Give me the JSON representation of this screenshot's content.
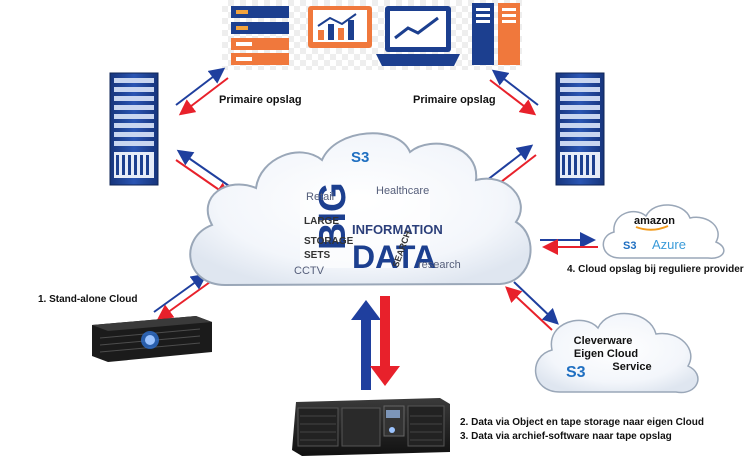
{
  "labels": {
    "primary_left": "Primaire opslag",
    "primary_right": "Primaire opslag",
    "standalone": "1. Stand-alone Cloud",
    "cloud_provider": "4. Cloud opslag bij reguliere provider",
    "tape_line1": "2. Data via Object en tape storage naar eigen Cloud",
    "tape_line2": "3. Data via archief-software naar tape opslag"
  },
  "center_cloud": {
    "s3": "S3",
    "word_cloud": {
      "retail": "Retail",
      "healthcare": "Healthcare",
      "big": "BIG",
      "data": "DATA",
      "information": "INFORMATION",
      "storage": "STORAGE",
      "large": "LARGE",
      "sets": "SETS",
      "cctv": "CCTV",
      "research": "research",
      "search": "SEARCH"
    }
  },
  "provider_cloud": {
    "amazon": "amazon",
    "s3": "S3",
    "azure": "Azure"
  },
  "own_cloud": {
    "line1": "Cleverware",
    "line2": "Eigen Cloud",
    "line3": "Service",
    "s3": "S3"
  },
  "colors": {
    "arrow_red": "#e8212b",
    "arrow_blue": "#1f3f9e",
    "server_blue": "#1c3f8f",
    "s3_blue": "#1f6fc1",
    "cloud_stroke": "#9aa7b8"
  }
}
